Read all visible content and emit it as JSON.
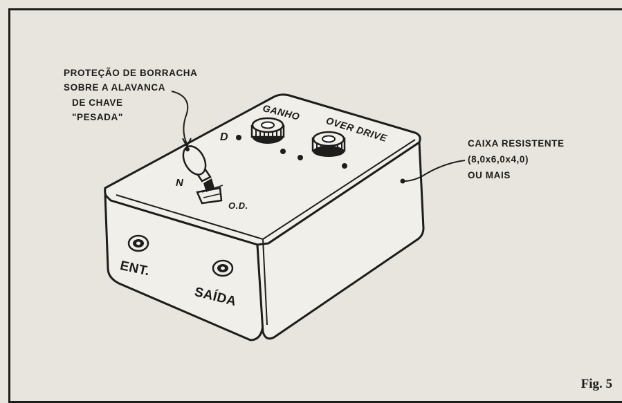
{
  "figure_label": "Fig. 5",
  "callouts": {
    "rubber_line1": "PROTEÇÃO DE BORRACHA",
    "rubber_line2": "SOBRE A ALAVANCA",
    "rubber_line3": "DE CHAVE",
    "rubber_line4": "\"PESADA\"",
    "box_line1": "CAIXA RESISTENTE",
    "box_line2": "(8,0x6,0x4,0)",
    "box_line3": "OU MAIS"
  },
  "panel_labels": {
    "ganho": "GANHO",
    "over_drive": "OVER DRIVE",
    "d": "D",
    "n": "N",
    "od": "O.D."
  },
  "jacks": {
    "input": "ENT.",
    "output": "SAÍDA"
  },
  "colors": {
    "ink": "#1d1d1b",
    "paper": "#e7e5de",
    "box_face": "#f1efe9"
  }
}
